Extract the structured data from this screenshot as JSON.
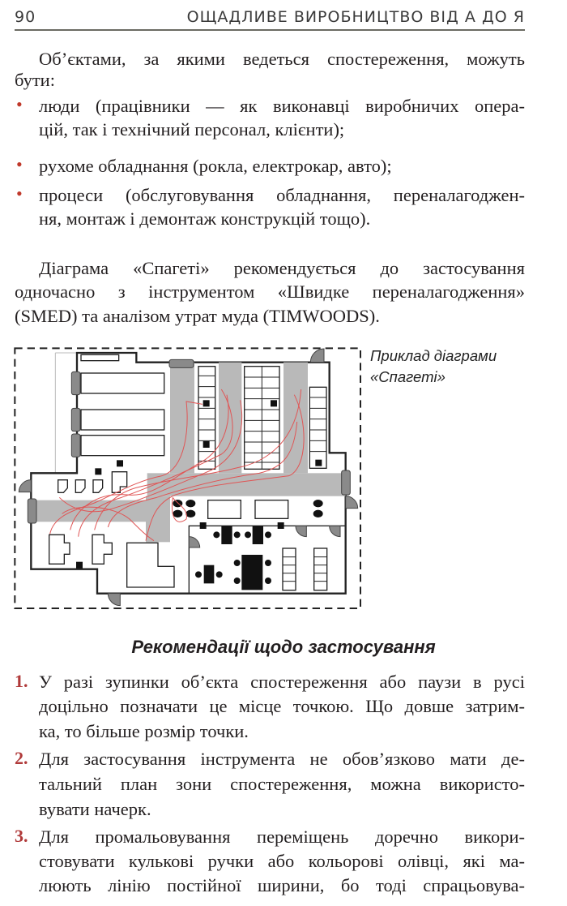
{
  "header": {
    "page_number": "90",
    "book_title": "ОЩАДЛИВЕ ВИРОБНИЦТВО ВІД А ДО Я"
  },
  "intro": [
    "Об’єктами, за якими ведеться спостереження, можуть",
    "бути:"
  ],
  "bullets": [
    [
      "люди (працівники — як виконавці виробничих опера-",
      "цій, так і технічний персонал, клієнти);"
    ],
    [
      "рухоме обладнання (рокла, електрокар, авто);"
    ],
    [
      "процеси (обслуговування обладнання, переналагоджен-",
      "ня, монтаж і демонтаж конструкцій тощо)."
    ]
  ],
  "paragraph2": [
    "Діаграма «Спагеті» рекомендується до застосування",
    "одночасно з інструментом «Швидке переналагодження»",
    "(SMED) та аналізом утрат муда (TIMWOODS)."
  ],
  "figure_caption": [
    "Приклад діаграми",
    "«Спагеті»"
  ],
  "section_heading": "Рекомендації щодо застосування",
  "recommendations": [
    {
      "num": "1.",
      "lines": [
        "У разі зупинки об’єкта спостереження або паузи в русі",
        "доцільно позначати це місце точкою. Що довше затрим-",
        "ка, то більше розмір точки."
      ]
    },
    {
      "num": "2.",
      "lines": [
        "Для застосування інструмента не обов’язково мати де-",
        "тальний план зони спостереження, можна використо-",
        "вувати начерк."
      ]
    },
    {
      "num": "3.",
      "lines": [
        "Для промальовування переміщень доречно викори-",
        "стовувати кулькові ручки або кольорові олівці, які ма-",
        "люють лінію постійної ширини, бо тоді спрацьовува-"
      ]
    }
  ],
  "colors": {
    "accent": "#c0392b",
    "path": "#e05555",
    "corridor": "#b9b9b9"
  }
}
